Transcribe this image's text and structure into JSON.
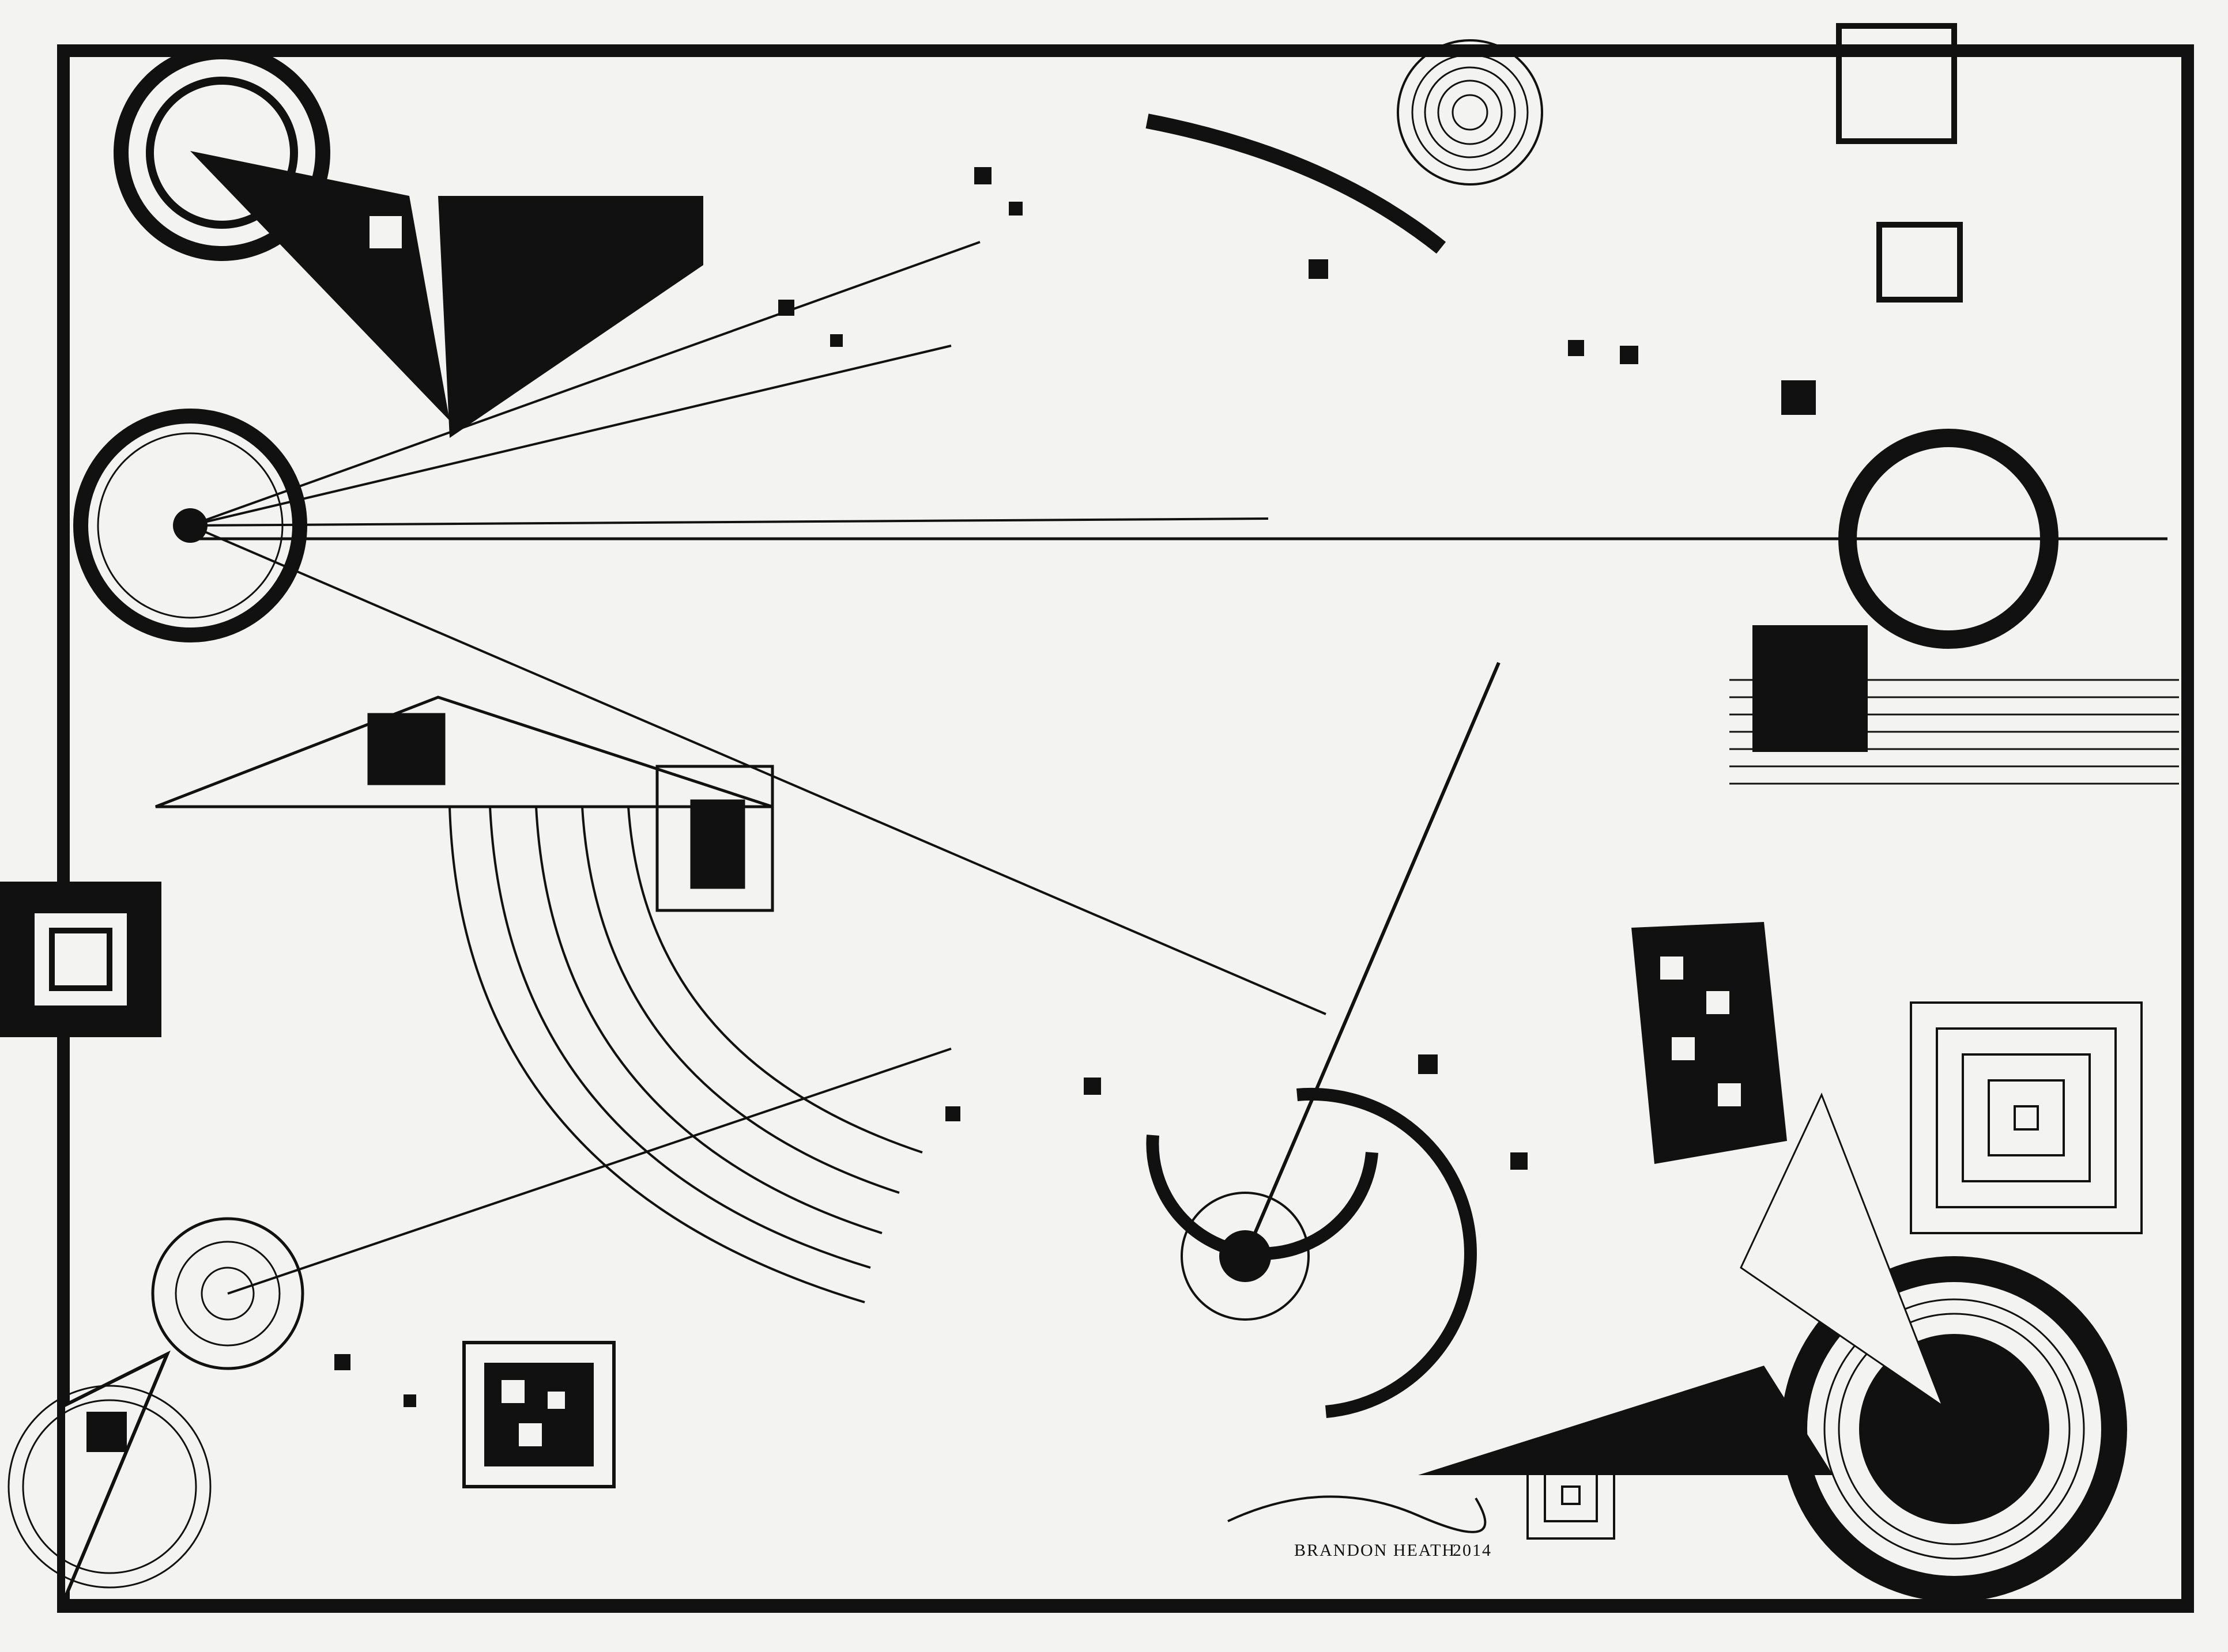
{
  "artwork": {
    "medium": "ink drawing",
    "palette": {
      "ink": "#111111",
      "paper": "#f3f3f1"
    },
    "signature": {
      "name": "BRANDON HEATH",
      "year": "2014"
    }
  }
}
